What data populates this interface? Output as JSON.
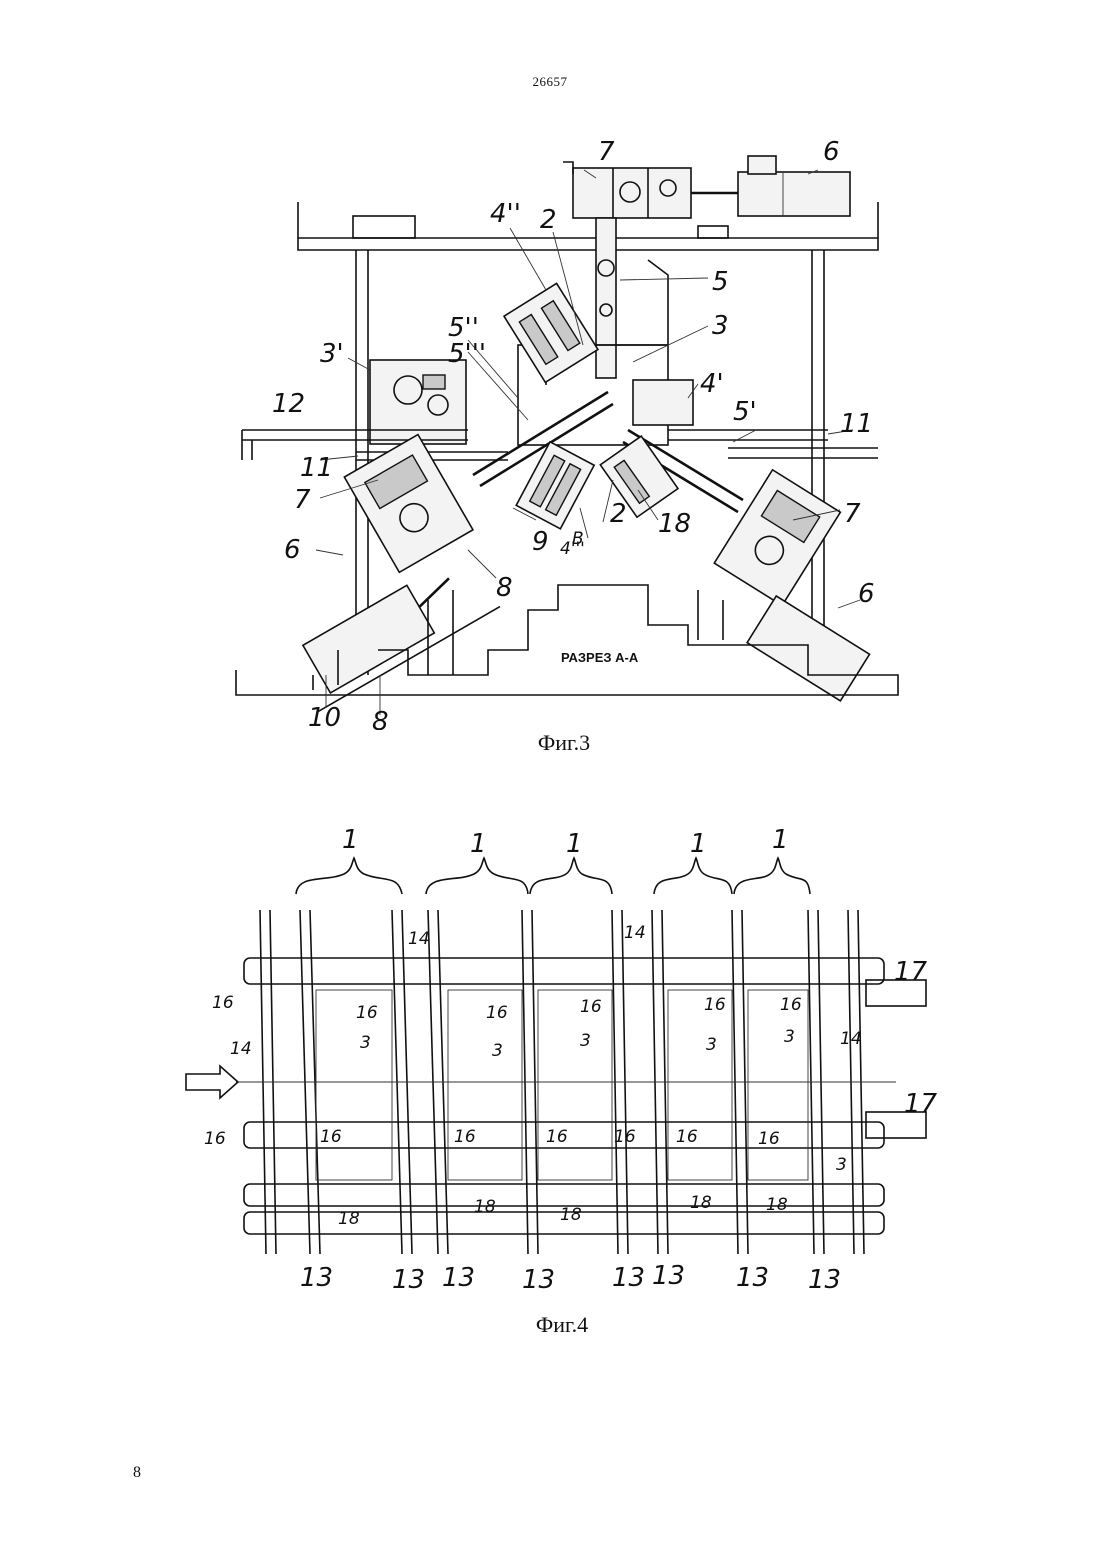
{
  "document": {
    "number": "26657",
    "page": "8"
  },
  "fig3": {
    "caption": "Фиг.3",
    "section_label": "РАЗРЕЗ А-А",
    "labels": {
      "l7_top": "7",
      "l6_top": "6",
      "l4pp": "4''",
      "l2_top": "2",
      "l5": "5",
      "l3": "3",
      "l5pp": "5''",
      "l5ppp": "5'''",
      "l3p": "3'",
      "l4p": "4'",
      "l5p": "5'",
      "l12": "12",
      "l11_right": "11",
      "l11_left": "11",
      "l7_left": "7",
      "l6_left": "6",
      "l9": "9",
      "l8_mid": "8",
      "l4ppp": "4'''",
      "l2_bottom": "2",
      "l18": "18",
      "l7_right": "7",
      "l6_right": "6",
      "l10": "10",
      "l8_bottom": "8",
      "lB": "В"
    }
  },
  "fig4": {
    "caption": "Фиг.4",
    "brace_label": "1",
    "braces": [
      "1",
      "1",
      "1",
      "1",
      "1"
    ],
    "labels": {
      "l16_a": "16",
      "l16_b": "16",
      "l16_c": "16",
      "l16_d": "16",
      "l16_e": "16",
      "l16_f": "16",
      "l16_g": "16",
      "l16_h": "16",
      "l16_i": "16",
      "l16_j": "16",
      "l16_k": "16",
      "l16_l": "16",
      "l16_m": "16",
      "l14_a": "14",
      "l14_b": "14",
      "l14_c": "14",
      "l14_d": "14",
      "l3_a": "3",
      "l3_b": "3",
      "l3_c": "3",
      "l3_d": "3",
      "l3_e": "3",
      "l3_f": "3",
      "l17_a": "17",
      "l17_b": "17",
      "l18_a": "18",
      "l18_b": "18",
      "l18_c": "18",
      "l18_d": "18",
      "l18_e": "18",
      "l13_a": "13",
      "l13_b": "13",
      "l13_c": "13",
      "l13_d": "13",
      "l13_e": "13",
      "l13_f": "13",
      "l13_g": "13",
      "l13_h": "13"
    }
  }
}
